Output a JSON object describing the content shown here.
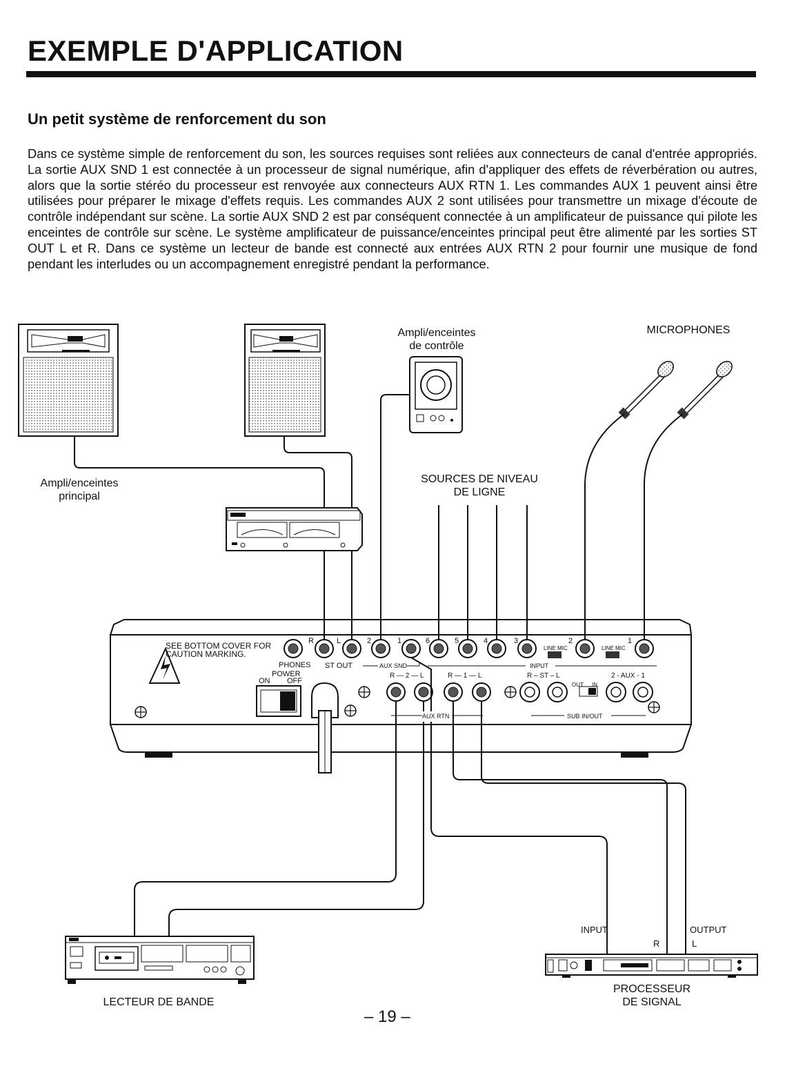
{
  "page": {
    "title": "EXEMPLE D'APPLICATION",
    "subtitle": "Un petit système de renforcement du son",
    "body": "Dans ce système simple de renforcement du son, les sources requises sont reliées aux connecteurs de canal d'entrée appropriés. La sortie AUX SND 1 est connectée à un processeur de signal numérique, afin d'appliquer des effets de réverbération ou autres, alors que la sortie stéréo du processeur est renvoyée aux connecteurs AUX RTN 1. Les commandes AUX 1 peuvent ainsi être utilisées pour préparer le mixage d'effets requis. Les commandes AUX 2 sont utilisées pour transmettre un mixage d'écoute de contrôle indépendant sur scène. La sortie AUX SND 2 est par conséquent connectée à un amplificateur de puissance qui pilote les enceintes de contrôle sur scène. Le système amplificateur de puissance/enceintes principal peut être alimenté par les sorties ST OUT L et R.  Dans ce système un lecteur de bande est connecté aux entrées AUX RTN 2 pour fournir une musique de fond pendant les interludes ou un accompagnement enregistré pendant la performance.",
    "page_number": "– 19 –"
  },
  "diagram": {
    "monitor_label_1": "Ampli/enceintes",
    "monitor_label_2": "de contrôle",
    "microphones": "MICROPHONES",
    "main_label_1": "Ampli/enceintes",
    "main_label_2": "principal",
    "line_sources_1": "SOURCES DE NIVEAU",
    "line_sources_2": "DE LIGNE",
    "tape_label": "LECTEUR DE BANDE",
    "processor_label_1": "PROCESSEUR",
    "processor_label_2": "DE SIGNAL",
    "processor_input": "INPUT",
    "processor_output": "OUTPUT",
    "processor_r": "R",
    "processor_l": "L",
    "mixer": {
      "caution_1": "SEE BOTTOM COVER FOR",
      "caution_2": "CAUTION MARKING.",
      "phones": "PHONES",
      "st_out": "ST OUT",
      "aux_snd": "AUX SND",
      "input": "INPUT",
      "power": "POWER",
      "on": "ON",
      "off": "OFF",
      "aux_rtn": "AUX RTN",
      "rtn2": "R — 2 — L",
      "rtn1": "R — 1 — L",
      "rst": "R – ST – L",
      "aux21": "2 - AUX - 1",
      "sub_inout": "SUB IN/OUT",
      "out": "OUT",
      "in": "IN",
      "line_mic": "LINE MIC",
      "jack_r": "R",
      "jack_l": "L",
      "n2": "2",
      "n1": "1",
      "n6": "6",
      "n5": "5",
      "n4": "4",
      "n3": "3"
    }
  }
}
